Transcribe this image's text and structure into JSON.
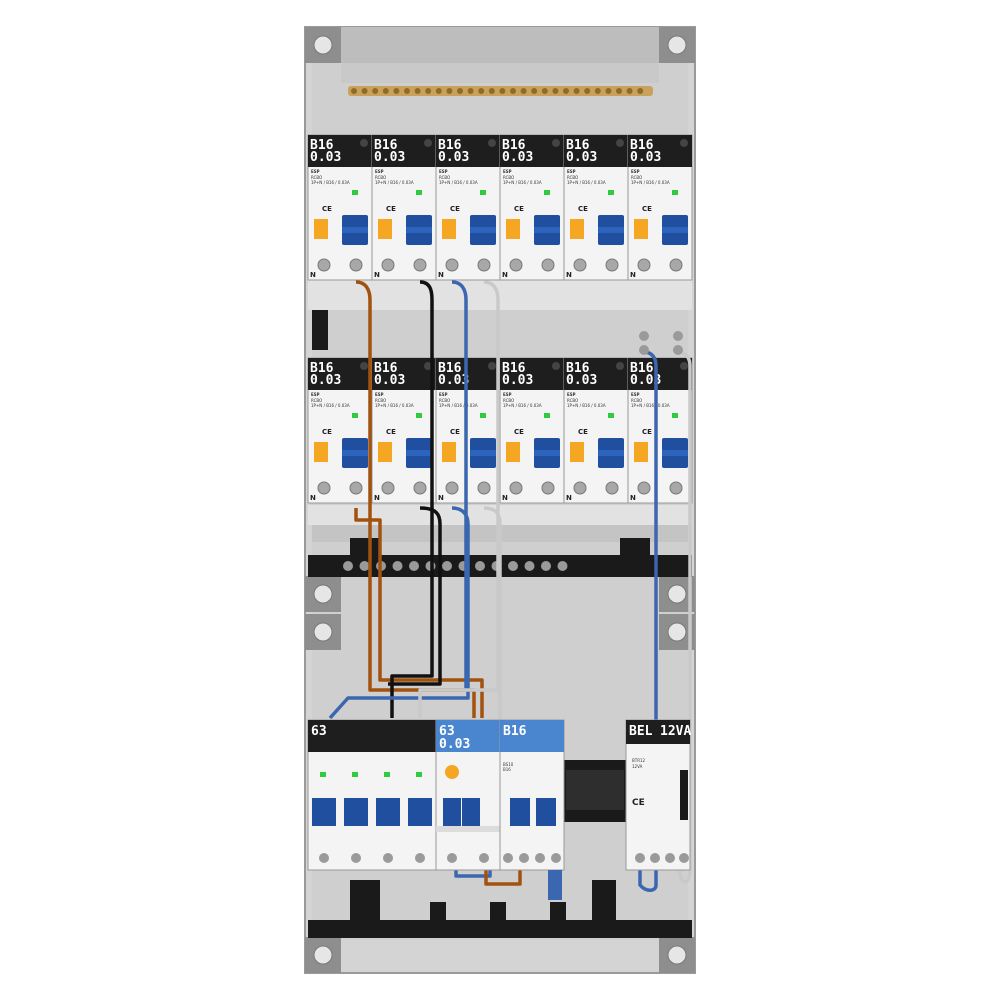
{
  "colors": {
    "enclosure": "#d6d6d6",
    "rail": "#c8c8c8",
    "device_body": "#f4f4f4",
    "label_bg": "#1e1e1e",
    "blue_label_bg": "#4a86cf",
    "toggle_blue": "#1f4f9e",
    "toggle_orange": "#f5a623",
    "wire_brown": "#a0520e",
    "wire_black": "#111111",
    "wire_blue": "#3b66b0",
    "wire_grey": "#c9c9c9",
    "busbar": "#c9a15a"
  },
  "rows": [
    {
      "name": "row-1",
      "devices": [
        {
          "line1": "B16",
          "line2": "0.03",
          "model": "RCBO",
          "spec": "1P+N / B16 / 0.03A",
          "brand": "ESP",
          "ce": "CE"
        },
        {
          "line1": "B16",
          "line2": "0.03",
          "model": "RCBO",
          "spec": "1P+N / B16 / 0.03A",
          "brand": "ESP",
          "ce": "CE"
        },
        {
          "line1": "B16",
          "line2": "0.03",
          "model": "RCBO",
          "spec": "1P+N / B16 / 0.03A",
          "brand": "ESP",
          "ce": "CE"
        },
        {
          "line1": "B16",
          "line2": "0.03",
          "model": "RCBO",
          "spec": "1P+N / B16 / 0.03A",
          "brand": "ESP",
          "ce": "CE"
        },
        {
          "line1": "B16",
          "line2": "0.03",
          "model": "RCBO",
          "spec": "1P+N / B16 / 0.03A",
          "brand": "ESP",
          "ce": "CE"
        },
        {
          "line1": "B16",
          "line2": "0.03",
          "model": "RCBO",
          "spec": "1P+N / B16 / 0.03A",
          "brand": "ESP",
          "ce": "CE"
        }
      ]
    },
    {
      "name": "row-2",
      "devices": [
        {
          "line1": "B16",
          "line2": "0.03",
          "model": "RCBO",
          "spec": "1P+N / B16 / 0.03A",
          "brand": "ESP",
          "ce": "CE"
        },
        {
          "line1": "B16",
          "line2": "0.03",
          "model": "RCBO",
          "spec": "1P+N / B16 / 0.03A",
          "brand": "ESP",
          "ce": "CE"
        },
        {
          "line1": "B16",
          "line2": "0.03",
          "model": "RCBO",
          "spec": "1P+N / B16 / 0.03A",
          "brand": "ESP",
          "ce": "CE"
        },
        {
          "line1": "B16",
          "line2": "0.03",
          "model": "RCBO",
          "spec": "1P+N / B16 / 0.03A",
          "brand": "ESP",
          "ce": "CE"
        },
        {
          "line1": "B16",
          "line2": "0.03",
          "model": "RCBO",
          "spec": "1P+N / B16 / 0.03A",
          "brand": "ESP",
          "ce": "CE"
        },
        {
          "line1": "B16",
          "line2": "0.03",
          "model": "RCBO",
          "spec": "1P+N / B16 / 0.03A",
          "brand": "ESP",
          "ce": "CE"
        }
      ]
    }
  ],
  "terminal_mark": "N",
  "bottom_row": {
    "main_switch": {
      "line1": "63",
      "line2": ""
    },
    "rcd": {
      "line1": "63",
      "line2": "0.03"
    },
    "mcb": {
      "line1": "B16",
      "line2": "",
      "model": "BS10",
      "rating": "B16"
    },
    "bell_transformer": {
      "line1": "BEL",
      "line2": "12VA",
      "model": "BTR12",
      "rating": "12VA",
      "ce": "CE"
    }
  }
}
